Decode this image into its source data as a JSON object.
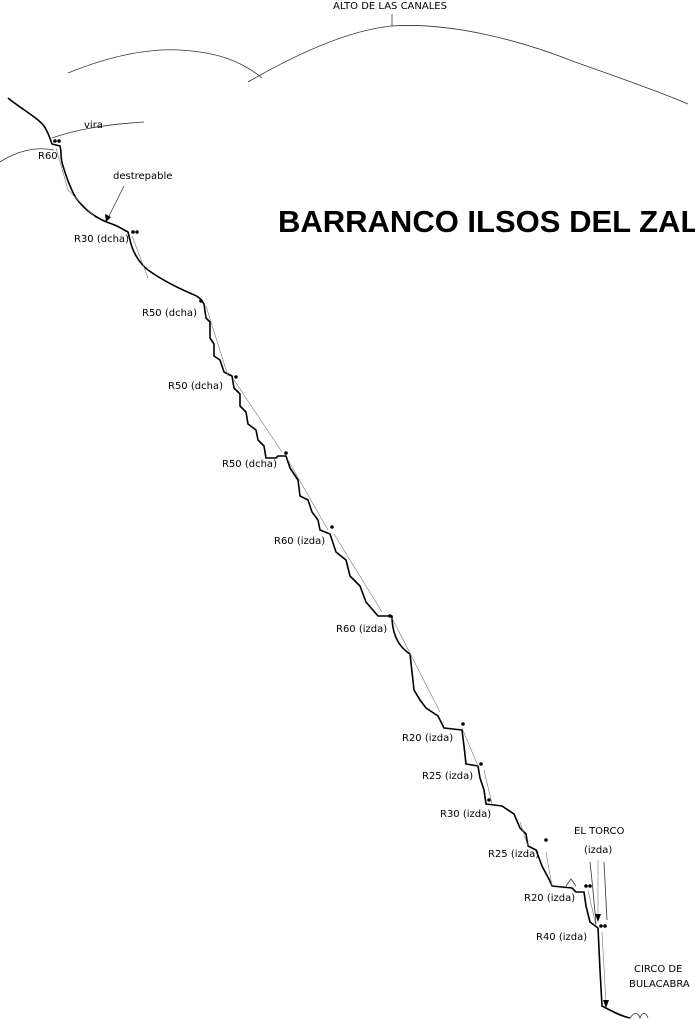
{
  "title": "BARRANCO ILSOS DEL ZALAMA",
  "place_labels": {
    "summit": "ALTO DE LAS CANALES",
    "exit_line1": "CIRCO DE",
    "exit_line2": "BULACABRA",
    "el_torco": "EL TORCO",
    "el_torco_side": "(izda)"
  },
  "notes": {
    "vira": "vira",
    "destrepable": "destrepable"
  },
  "rappels": [
    {
      "label": "R60",
      "length_m": 60,
      "side": ""
    },
    {
      "label": "R30 (dcha)",
      "length_m": 30,
      "side": "dcha"
    },
    {
      "label": "R50 (dcha)",
      "length_m": 50,
      "side": "dcha"
    },
    {
      "label": "R50 (dcha)",
      "length_m": 50,
      "side": "dcha"
    },
    {
      "label": "R50 (dcha)",
      "length_m": 50,
      "side": "dcha"
    },
    {
      "label": "R60 (izda)",
      "length_m": 60,
      "side": "izda"
    },
    {
      "label": "R60 (izda)",
      "length_m": 60,
      "side": "izda"
    },
    {
      "label": "R20 (izda)",
      "length_m": 20,
      "side": "izda"
    },
    {
      "label": "R25 (izda)",
      "length_m": 25,
      "side": "izda"
    },
    {
      "label": "R30 (izda)",
      "length_m": 30,
      "side": "izda"
    },
    {
      "label": "R25 (izda)",
      "length_m": 25,
      "side": "izda"
    },
    {
      "label": "R20 (izda)",
      "length_m": 20,
      "side": "izda"
    },
    {
      "label": "R40 (izda)",
      "length_m": 40,
      "side": "izda"
    }
  ]
}
